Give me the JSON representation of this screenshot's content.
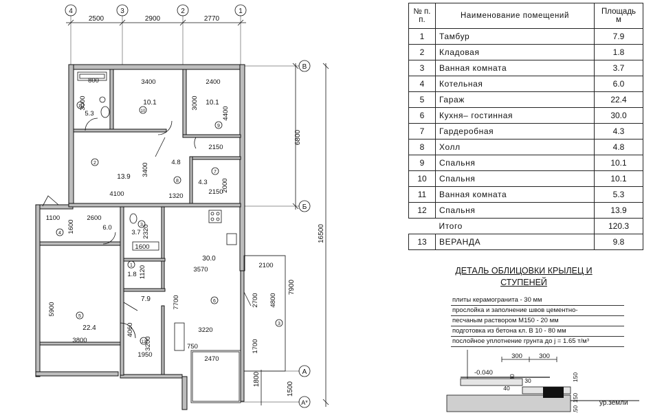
{
  "plan": {
    "axes": {
      "vertical": [
        "4",
        "3",
        "2",
        "1"
      ],
      "horizontal": [
        "В",
        "Б",
        "А",
        "А*"
      ]
    },
    "top_dims": [
      "2500",
      "2900",
      "2770"
    ],
    "right_dims": [
      "6800",
      "16500",
      "7900",
      "1800",
      "1500"
    ],
    "inner_dims": [
      "800",
      "3400",
      "2400",
      "3000",
      "3000",
      "4400",
      "5.3",
      "2150",
      "3400",
      "4.8",
      "4.3",
      "2000",
      "2150",
      "4100",
      "1320",
      "1100",
      "2600",
      "6.0",
      "1600",
      "3.7",
      "2320",
      "1600",
      "30.0",
      "3570",
      "1.8",
      "1120",
      "2100",
      "5900",
      "22.4",
      "7.9",
      "7700",
      "2700",
      "4800",
      "3800",
      "4060",
      "3220",
      "3200",
      "750",
      "1950",
      "2470",
      "1700",
      "10.1",
      "10.1",
      "13.9"
    ],
    "room_markers": [
      "10",
      "9",
      "2",
      "8",
      "7",
      "11",
      "4",
      "5",
      "12",
      "6",
      "1",
      "3"
    ]
  },
  "table": {
    "header": {
      "num": "№ п. п.",
      "name": "Наименование помещений",
      "area": "Площадь м"
    },
    "rows": [
      {
        "num": "1",
        "name": "Тамбур",
        "area": "7.9"
      },
      {
        "num": "2",
        "name": "Кладовая",
        "area": "1.8"
      },
      {
        "num": "3",
        "name": "Ванная комната",
        "area": "3.7"
      },
      {
        "num": "4",
        "name": "Котельная",
        "area": "6.0"
      },
      {
        "num": "5",
        "name": "Гараж",
        "area": "22.4"
      },
      {
        "num": "6",
        "name": "Кухня– гостинная",
        "area": "30.0"
      },
      {
        "num": "7",
        "name": "Гардеробная",
        "area": "4.3"
      },
      {
        "num": "8",
        "name": "Холл",
        "area": "4.8"
      },
      {
        "num": "9",
        "name": "Спальня",
        "area": "10.1"
      },
      {
        "num": "10",
        "name": "Спальня",
        "area": "10.1"
      },
      {
        "num": "11",
        "name": "Ванная комната",
        "area": "5.3"
      },
      {
        "num": "12",
        "name": "Спальня",
        "area": "13.9"
      }
    ],
    "total": {
      "label": "Итого",
      "area": "120.3"
    },
    "veranda": {
      "num": "13",
      "name": "ВЕРАНДА",
      "area": "9.8"
    }
  },
  "detail": {
    "title": "ДЕТАЛЬ ОБЛИЦОВКИ КРЫЛЕЦ И СТУПЕНЕЙ",
    "layers": [
      "плиты керамогранита  -  30 мм",
      "прослойка и заполнение швов цементно-",
      "песчаным раствором М150   -  20 мм",
      "подготовка из бетона кл. В 10   -   80 мм",
      "послойное уплотнение грунта до  j  = 1.65 т/м³"
    ],
    "dims": [
      "300",
      "300",
      "-0.040",
      "30",
      "30",
      "40",
      "150",
      "150",
      "150"
    ],
    "ground_label": "ур.земли"
  }
}
